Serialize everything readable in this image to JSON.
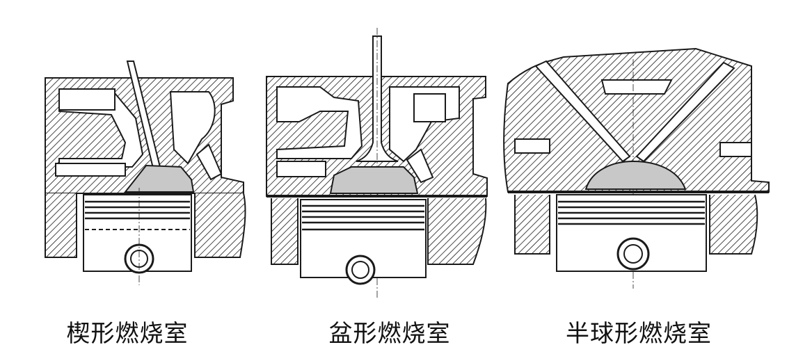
{
  "figure": {
    "panels": [
      {
        "id": "wedge",
        "caption": "楔形燃烧室"
      },
      {
        "id": "basin",
        "caption": "盆形燃烧室"
      },
      {
        "id": "hemi",
        "caption": "半球形燃烧室"
      }
    ]
  },
  "colors": {
    "line": "#1a1a1a",
    "chamber_fill": "#c8c8c8",
    "hatch": "#1a1a1a",
    "background": "#ffffff"
  }
}
